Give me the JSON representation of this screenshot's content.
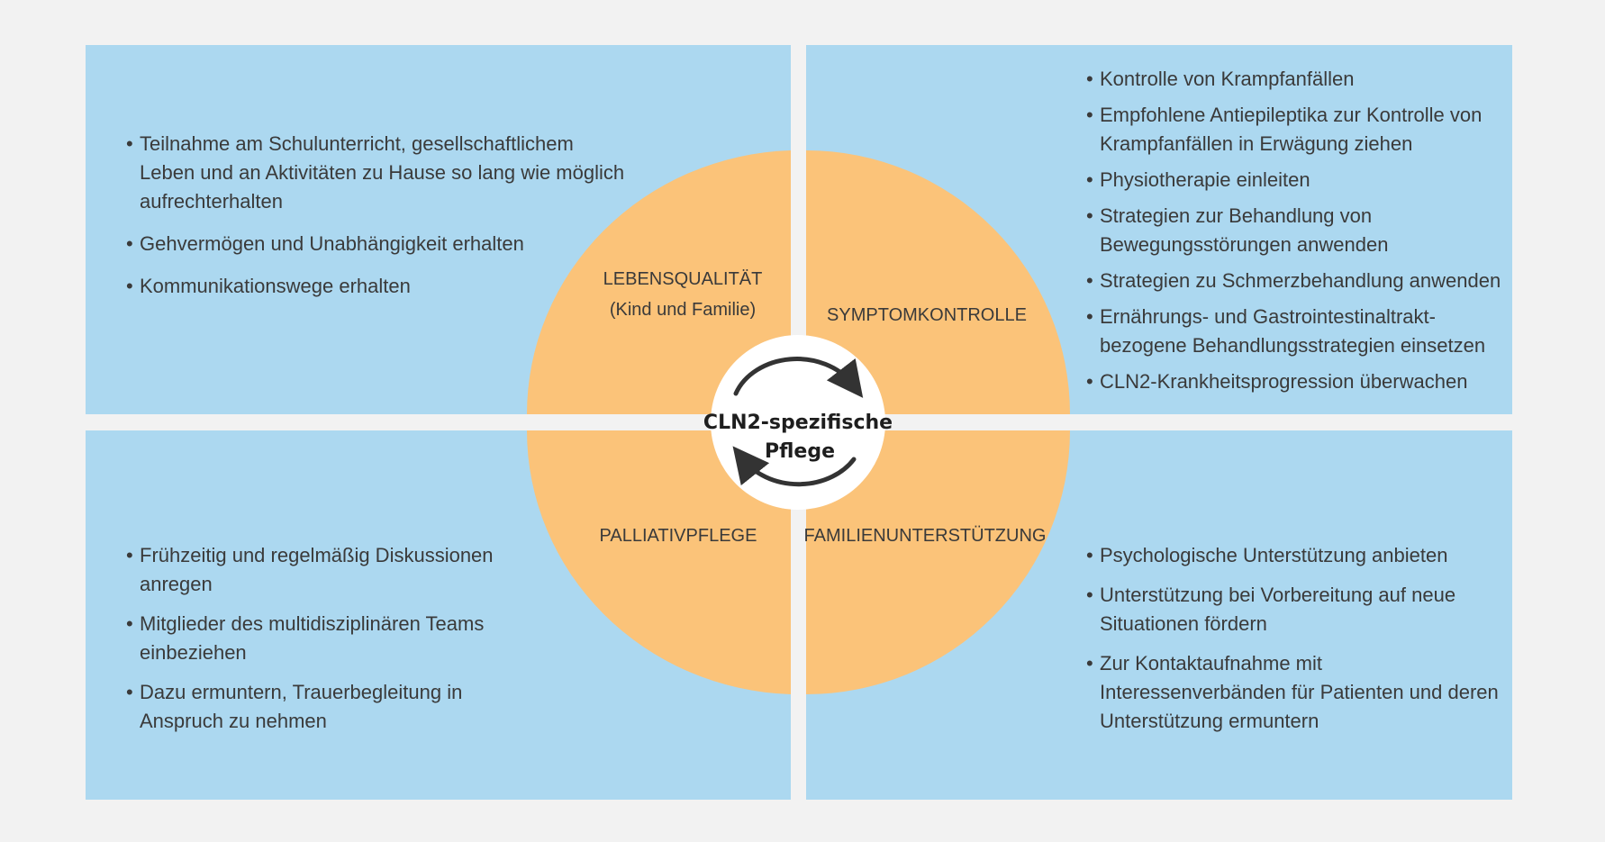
{
  "center": {
    "line1": "CLN2-spezifische",
    "line2": "Pflege"
  },
  "quadrants": {
    "top_left": {
      "title": "LEBENSQUALITÄT",
      "subtitle": "(Kind und Familie)",
      "items": [
        "Teilnahme am Schulunterricht, gesellschaftlichem Leben und an Aktivitäten zu Hause so lang wie möglich aufrechterhalten",
        "Gehvermögen und Unabhängigkeit erhalten",
        "Kommunikationswege erhalten"
      ]
    },
    "top_right": {
      "title": "SYMPTOMKONTROLLE",
      "items": [
        "Kontrolle von Krampfanfällen",
        "Empfohlene Antiepileptika zur Kontrolle von Krampfanfällen in Erwägung ziehen",
        "Physiotherapie einleiten",
        "Strategien zur Behandlung von Bewegungsstörungen anwenden",
        "Strategien zu Schmerzbehandlung anwenden",
        "Ernährungs- und Gastrointestinaltrakt-bezogene Behandlungsstrategien einsetzen",
        "CLN2-Krankheitsprogression überwachen"
      ]
    },
    "bottom_left": {
      "title": "PALLIATIVPFLEGE",
      "items": [
        "Frühzeitig und regelmäßig Diskussionen anregen",
        "Mitglieder des multidisziplinären Teams einbeziehen",
        "Dazu ermuntern, Trauerbegleitung in Anspruch zu nehmen"
      ]
    },
    "bottom_right": {
      "title": "FAMILIENUNTERSTÜTZUNG",
      "items": [
        "Psychologische Unterstützung anbieten",
        "Unterstützung bei Vorbereitung auf neue Situationen fördern",
        "Zur Kontaktaufnahme mit Interessenverbänden für Patienten und deren Unterstützung ermuntern"
      ]
    }
  },
  "colors": {
    "background": "#f2f2f2",
    "panel": "#acd8f0",
    "circle": "#fbc379",
    "center_disc": "#ffffff",
    "arrows": "#333333",
    "text": "#3a3a3a"
  },
  "icons": {
    "cycle": "circular-arrows-icon"
  }
}
